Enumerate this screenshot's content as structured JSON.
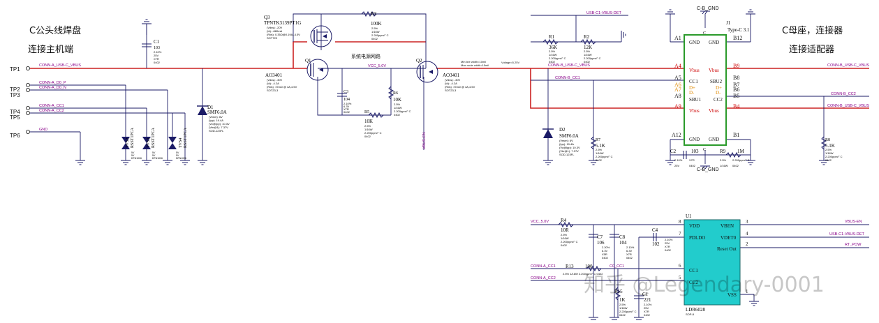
{
  "headings": {
    "left_title": "C公头线焊盘",
    "left_sub": "连接主机端",
    "right_title": "C母座，连接器",
    "right_sub": "连接适配器",
    "center_note": "系统电源网路"
  },
  "testpoints": [
    "TP1",
    "TP2",
    "TP3",
    "TP4",
    "TP5",
    "TP6"
  ],
  "nets": {
    "conna_vbus": "CONN-A_USB-C_VBUS",
    "conna_dp": "CONN-A_D0_P",
    "conna_dn": "CONN-A_D0_N",
    "conna_cc1": "CONN-A_CC1",
    "conna_cc2": "CONN-A_CC2",
    "gnd": "GND",
    "vcc": "VCC_5.0V",
    "vcc2": "VCC_5.0V",
    "vbus_det": "USB-C1-VBUS-DET",
    "connb_vbus": "CONN-B_USB-C_VBUS",
    "connb_cc1": "CONN-B_CC1",
    "connb_cc2": "CONN-B_CC2",
    "vbus_en": "VBUS-EN",
    "rt_pow": "RT_POW",
    "c0_cc1": "C0_CC1",
    "gnd_b1": "C-B_GND",
    "gnd_b2": "C-B_GND",
    "vbus_en_v": "VBUS-EN"
  },
  "components": {
    "c1": {
      "ref": "C1",
      "val": "103",
      "d1": "2.10%",
      "d2": "25V",
      "d3": "X7R",
      "d4": "0402"
    },
    "q3": {
      "ref": "Q3",
      "part": "TPNTK3139PT1G",
      "p1": "(Vdss): -20V",
      "p2": "(Id): -880mA",
      "p3": "(Rds): 0.35Ω@0.19A,-4.5V",
      "p4": "SOT723"
    },
    "r3": {
      "ref": "R3",
      "val": "100K",
      "d1": "2.5%",
      "d2": "1/16W",
      "d3": "2.200ppm/° C",
      "d4": "0402"
    },
    "q1": {
      "ref": "Q1",
      "part": "AO3401",
      "p1": "(Vdss): -30V",
      "p2": "(Id): -4.2A",
      "p3": "(Rds): 72mΩ @ 4A,4.5V",
      "p4": "SOT23-3"
    },
    "q2": {
      "ref": "Q2",
      "part": "AO3401",
      "p1": "(Vdss): -30V",
      "p2": "(Id): -4.2A",
      "p3": "(Rds): 72mΩ @ 4A,4.5V",
      "p4": "SOT23-3"
    },
    "c3": {
      "ref": "C3",
      "val": "104",
      "d1": "2.10%",
      "d2": "6.3V",
      "d3": "X7R",
      "d4": "0402"
    },
    "r5": {
      "ref": "R5",
      "val": "10K",
      "d1": "2.5%",
      "d2": "1/16W",
      "d3": "2.200ppm/° C",
      "d4": "0402"
    },
    "r6": {
      "ref": "R6",
      "val": "10K",
      "d1": "2.5%",
      "d2": "1/16W",
      "d3": "2.200ppm/° C",
      "d4": "0402"
    },
    "r1": {
      "ref": "R1",
      "val": "36K",
      "d1": "2.5%",
      "d2": "1/16W",
      "d3": "2.200ppm/° C",
      "d4": "0402"
    },
    "r2": {
      "ref": "R2",
      "val": "12K",
      "d1": "2.5%",
      "d2": "1/16W",
      "d3": "2.200ppm/° C",
      "d4": "0402"
    },
    "d1": {
      "ref": "D1",
      "val": "SMF6.0A",
      "p1": "(Vrwm): 6V",
      "p2": "(Ipp): 19.4A",
      "p3": "(Vc@Ipp): 10.3V",
      "p4": "(Vbr@1): 7.37V",
      "p5": "SOD-123FL"
    },
    "d2": {
      "ref": "D2",
      "val": "SMF6.0A",
      "p1": "(Vrwm): 6V",
      "p2": "(Ipp): 19.4A",
      "p3": "(Vc@Ipp): 10.3V",
      "p4": "(Vbr@1): 7.37V",
      "p5": "SOD-123FL"
    },
    "tvs2": {
      "ref": "TVS2",
      "val": "RSST1PCA",
      "d1": "5V",
      "d2": "5V",
      "d3": "DFN1006"
    },
    "tvs3": {
      "ref": "TVS3",
      "val": "RSST1PCA",
      "d1": "5V",
      "d2": "5V",
      "d3": "DFN1006"
    },
    "tvs4": {
      "ref": "TVS4",
      "val": "RSST1PCA",
      "d1": "5V",
      "d2": "5V",
      "d3": "DFN1006"
    },
    "r7": {
      "ref": "R7",
      "val": "5.1K",
      "d1": "2.5%",
      "d2": "1/16W",
      "d3": "2.200ppm/° C",
      "d4": "0402"
    },
    "r8": {
      "ref": "R8",
      "val": "5.1K",
      "d1": "2.5%",
      "d2": "1/16W",
      "d3": "2.200ppm/° C",
      "d4": "0402"
    },
    "c2": {
      "ref": "C2",
      "val": "103",
      "d1": "2.10%",
      "d2": "25V",
      "d3": "X7R",
      "d4": "0402"
    },
    "r9": {
      "ref": "R9",
      "val": "1M",
      "d1": "2.5%",
      "d2": "1/16W",
      "d3": "2.200ppm/° C",
      "d4": "0402"
    },
    "r4": {
      "ref": "R4",
      "val": "10R",
      "d1": "2.5%",
      "d2": "1/16W",
      "d3": "2.200ppm/° C",
      "d4": "0402"
    },
    "c7": {
      "ref": "C7",
      "val": "106",
      "d1": "2.20%",
      "d2": "6.3V",
      "d3": "X5R",
      "d4": "0402"
    },
    "c8": {
      "ref": "C8",
      "val": "104",
      "d1": "2.10%",
      "d2": "6.3V",
      "d3": "X7R",
      "d4": "0402"
    },
    "c4": {
      "ref": "C4",
      "val": "102",
      "d1": "2.10%",
      "d2": "25V",
      "d3": "X7R",
      "d4": "0402"
    },
    "r13": {
      "ref": "R13",
      "val": "100",
      "d1": "2.5% 1/16W 2.200ppm/° C 0402"
    },
    "r15": {
      "ref": "R15",
      "val": "1K",
      "d1": "2.5%",
      "d2": "1/16W",
      "d3": "2.200ppm/° C",
      "d4": "0402"
    },
    "c1b": {
      "ref": "C1",
      "val": "221",
      "d1": "2.10%",
      "d2": "25V",
      "d3": "X7R",
      "d4": "0402"
    }
  },
  "j1": {
    "ref": "J1",
    "type": "Type-C 3.1",
    "left_pins": [
      "A1",
      "A4",
      "A5",
      "A6",
      "A7",
      "A8",
      "A9",
      "A12"
    ],
    "right_pins": [
      "B12",
      "B9",
      "B8",
      "B7",
      "B6",
      "B5",
      "B4",
      "B1"
    ],
    "left_labels": [
      "GND",
      "Vbus",
      "CC1",
      "D+",
      "D-",
      "SBU1",
      "Vbus",
      "GND"
    ],
    "right_labels": [
      "GND",
      "Vbus",
      "SBU2",
      "D+",
      "D-",
      "CC2",
      "Vbus",
      "GND"
    ],
    "shell": "C"
  },
  "u1": {
    "ref": "U1",
    "part": "LDR6028",
    "pkg": "SOP-8",
    "left_pins": [
      "8",
      "7",
      "6",
      "5"
    ],
    "left_labels": [
      "VDD",
      "PDLDO",
      "CC1",
      "CC2"
    ],
    "right_pins": [
      "3",
      "4",
      "2",
      "1"
    ],
    "right_labels": [
      "VBEN",
      "VDET0",
      "Reset Out",
      "VSS"
    ]
  },
  "notes": {
    "trace1": "Min line width=10mil",
    "trace2": "Max route width=15mil",
    "voltage": "Voltage=5.25V"
  },
  "watermark": "知乎 @Legendary-0001",
  "colors": {
    "power": "#cc2222",
    "wire": "#1a1a66",
    "chip": "#22cccc",
    "j1": "#2a9a2a",
    "pin_label": "#cc0000",
    "net": "#880088",
    "orange": "#e08a00"
  }
}
